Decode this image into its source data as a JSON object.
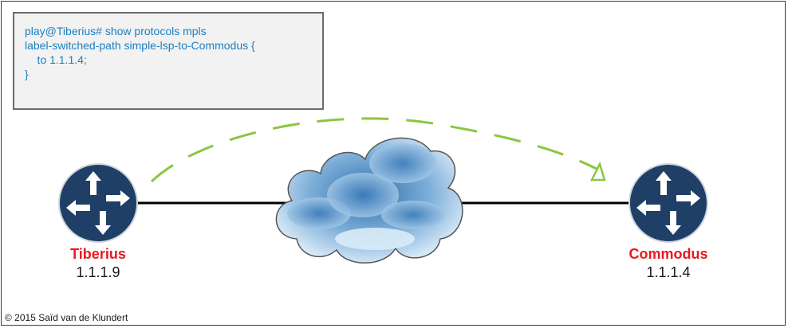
{
  "cli": {
    "lines": [
      "play@Tiberius# show protocols mpls",
      "label-switched-path simple-lsp-to-Commodus {",
      "    to 1.1.1.4;",
      "}"
    ],
    "text_color": "#1a7fc1"
  },
  "nodes": {
    "left": {
      "name": "Tiberius",
      "ip": "1.1.1.9"
    },
    "right": {
      "name": "Commodus",
      "ip": "1.1.1.4"
    }
  },
  "colors": {
    "router_fill": "#1f3f66",
    "router_arrows": "#ffffff",
    "node_label": "#e8191f",
    "lsp_dashed": "#8cc63f",
    "link": "#000000"
  },
  "icons": {
    "router": "router-icon",
    "cloud": "cloud-icon"
  },
  "copyright": "© 2015 Saïd van de Klundert"
}
